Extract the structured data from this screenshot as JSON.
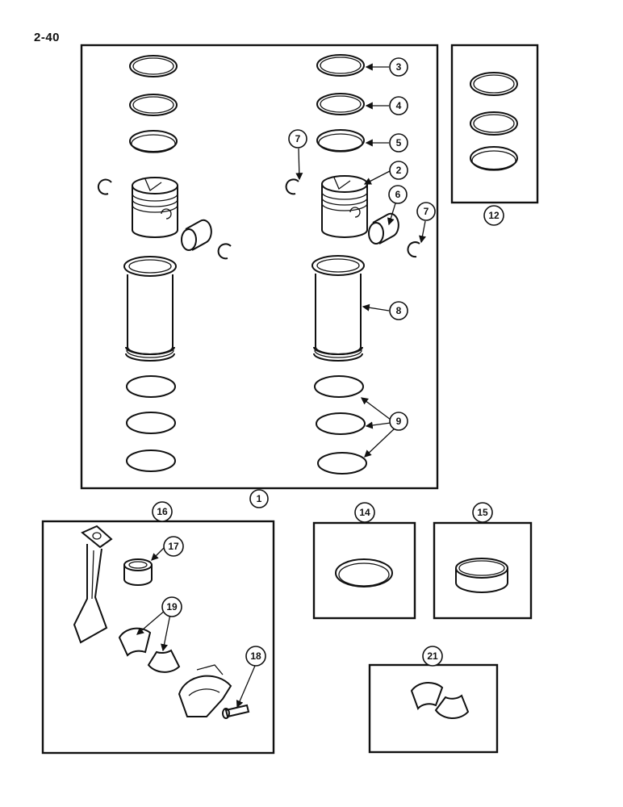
{
  "page": {
    "number": "2-40"
  },
  "callouts": {
    "c1": "1",
    "c2": "2",
    "c3": "3",
    "c4": "4",
    "c5": "5",
    "c6": "6",
    "c7a": "7",
    "c7b": "7",
    "c8": "8",
    "c9": "9",
    "c12": "12",
    "c14": "14",
    "c15": "15",
    "c16": "16",
    "c17": "17",
    "c18": "18",
    "c19": "19",
    "c21": "21"
  }
}
